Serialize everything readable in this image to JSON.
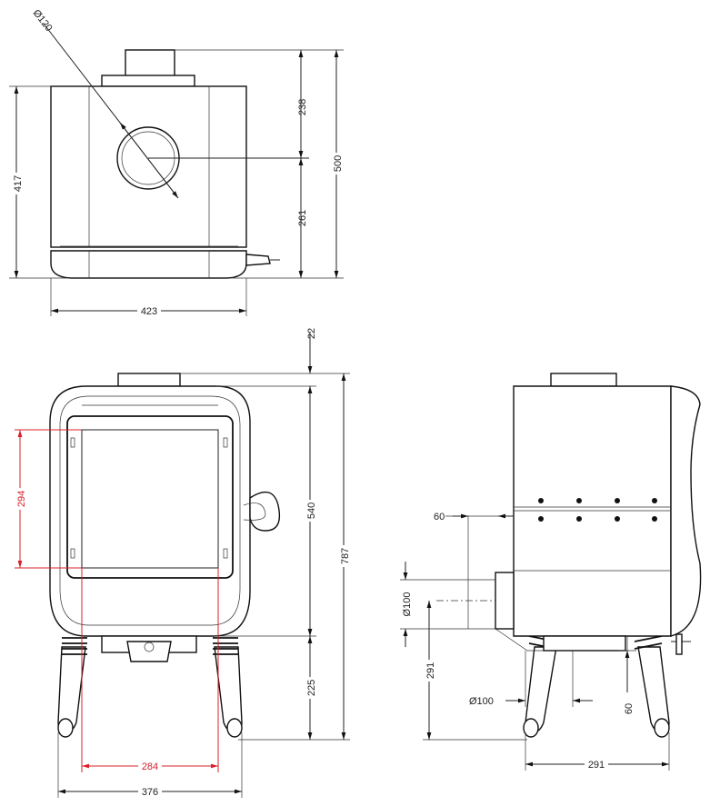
{
  "top_view": {
    "flue_diameter": "Ø120",
    "height_upper": "238",
    "height_lower": "261",
    "total_height": "500",
    "depth": "417",
    "width": "423"
  },
  "front_view": {
    "offset_top": "22",
    "body_height": "540",
    "total_height": "787",
    "glass_height": "294",
    "leg_height": "225",
    "glass_width": "284",
    "leg_span": "376"
  },
  "side_view": {
    "inlet_offset": "60",
    "inlet_diameter": "Ø100",
    "inlet_height": "291",
    "bottom_inlet_diameter": "Ø100",
    "bottom_inlet_offset": "60",
    "leg_depth": "291"
  }
}
